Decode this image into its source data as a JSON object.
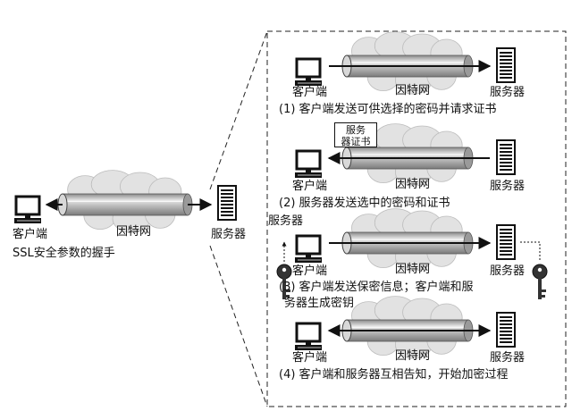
{
  "overview": {
    "client_label": "客户端",
    "network_label": "因特网",
    "server_label": "服务器",
    "caption": "SSL安全参数的握手"
  },
  "steps": [
    {
      "client_label": "客户端",
      "network_label": "因特网",
      "server_label": "服务器",
      "caption_lines": [
        "(1) 客户端发送可供选择的密码并请求证书"
      ]
    },
    {
      "client_label": "客户端",
      "network_label": "因特网",
      "server_label": "服务器",
      "cert_lines": [
        "服务",
        "器证书"
      ],
      "caption_lines": [
        "(2) 服务器发送选中的密码和证书"
      ]
    },
    {
      "client_label": "客户端",
      "network_label": "因特网",
      "server_label": "服务器",
      "server_tag": "服务器",
      "caption_lines": [
        "(3) 客户端发送保密信息；客户端和服",
        "务器生成密钥"
      ]
    },
    {
      "client_label": "客户端",
      "network_label": "因特网",
      "server_label": "服务器",
      "caption_lines": [
        "(4) 客户端和服务器互相告知，开始加密过程"
      ]
    }
  ],
  "colors": {
    "ink": "#111111",
    "cloud": "#e2e2e2",
    "pipe_mid": "#d0d0d0"
  }
}
